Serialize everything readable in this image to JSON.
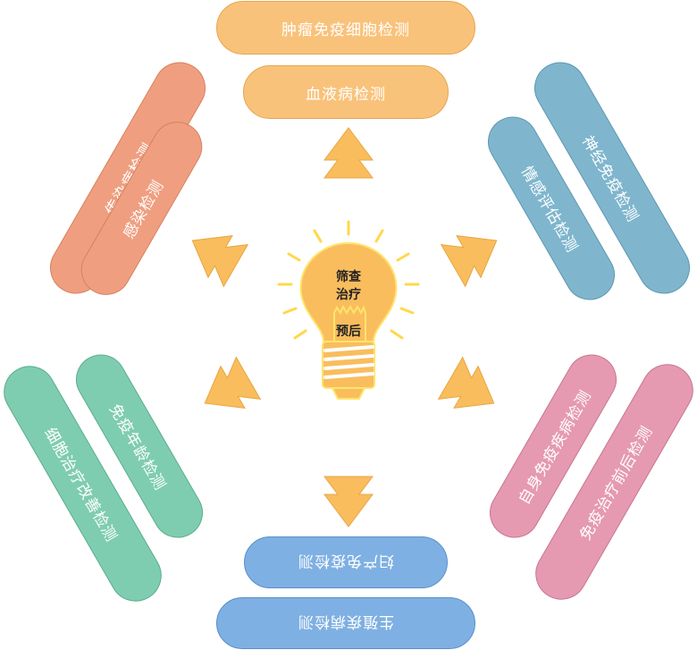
{
  "top": {
    "outer": "肿瘤免疫细胞检测",
    "inner": "血液病检测"
  },
  "top_left": {
    "outer": "传染病检测",
    "inner": "感染检测"
  },
  "top_right": {
    "outer": "神经免疫检测",
    "inner": "情感评估检测"
  },
  "bottom_left": {
    "outer": "细胞治疗改善检测",
    "inner": "免疫年龄检测"
  },
  "bottom_right": {
    "outer": "免疫治疗前后检测",
    "inner": "自身免疫疾病检测"
  },
  "bottom": {
    "inner": "妇产免疫检测",
    "outer": "生殖疾病检测"
  },
  "center": {
    "line1": "筛查",
    "line2": "治疗",
    "line3": "预后"
  },
  "colors": {
    "orange": "#f9c27a",
    "salmon": "#ef9f80",
    "teal": "#7fb6cd",
    "mint": "#7fcdb0",
    "pink": "#e59ab1",
    "blue": "#7fb0e3",
    "arrow": "#f9bd5e",
    "bulb": "#f9bd5e"
  }
}
